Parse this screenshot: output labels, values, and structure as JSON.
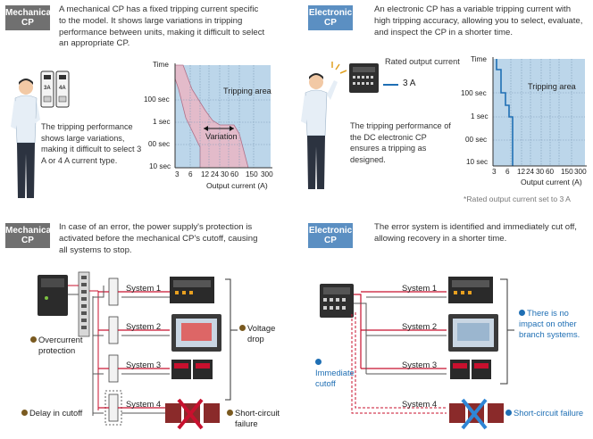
{
  "top_left": {
    "badge": [
      "Mechanical",
      "CP"
    ],
    "description": "A mechanical CP has a fixed tripping current specific to the model. It shows large variations in tripping performance between units, making it difficult to select an appropriate CP.",
    "note": "The tripping performance shows large variations, making it difficult to select 3 A or 4 A current type.",
    "cp_labels": [
      "3A",
      "4A"
    ],
    "chart": {
      "y_title": "Time",
      "y_ticks": [
        "100 sec",
        "1 sec",
        "00 sec",
        "10 sec"
      ],
      "x_ticks": [
        "3",
        "6",
        "12",
        "24",
        "30",
        "60",
        "150",
        "300"
      ],
      "x_title": "Output current (A)",
      "area_label": "Tripping area",
      "variation_label": "Variation"
    }
  },
  "top_right": {
    "badge": [
      "Electronic",
      "CP"
    ],
    "description": "An electronic CP has a variable tripping current with high tripping accuracy, allowing you to select, evaluate, and inspect the CP in a shorter time.",
    "rated_label": "Rated output current",
    "rated_value": "3 A",
    "note": "The tripping performance of the DC electronic CP ensures a tripping as designed.",
    "chart": {
      "y_title": "Time",
      "y_ticks": [
        "100 sec",
        "1 sec",
        "00 sec",
        "10 sec"
      ],
      "x_ticks": [
        "3",
        "6",
        "12",
        "24",
        "30",
        "60",
        "150",
        "300"
      ],
      "x_title": "Output current (A)",
      "area_label": "Tripping area"
    },
    "footnote": "*Rated output current set to 3 A"
  },
  "bottom_left": {
    "badge": [
      "Mechanical",
      "CP"
    ],
    "description": "In case of an error, the power supply's protection is activated before the mechanical CP's cutoff, causing all systems to stop.",
    "systems": [
      "System 1",
      "System 2",
      "System 3",
      "System 4"
    ],
    "overcurrent": "Overcurrent protection",
    "voltage_drop": "Voltage drop",
    "delay": "Delay in cutoff",
    "short_circuit": "Short-circuit failure"
  },
  "bottom_right": {
    "badge": [
      "Electronic",
      "CP"
    ],
    "description": "The error system is identified and immediately cut off, allowing recovery in a shorter time.",
    "systems": [
      "System 1",
      "System 2",
      "System 3",
      "System 4"
    ],
    "immediate": "Immediate cutoff",
    "no_impact": "There is no impact on other branch systems.",
    "short_circuit": "Short-circuit failure"
  },
  "colors": {
    "badge_mech": "#707070",
    "badge_elec": "#5b8fc2",
    "trip_area": "#bcd6ea",
    "variation_band": "#e7b8c7",
    "wire_red": "#c8102e",
    "accent_blue": "#1f6fb4",
    "marker_brown": "#7a5a20"
  }
}
